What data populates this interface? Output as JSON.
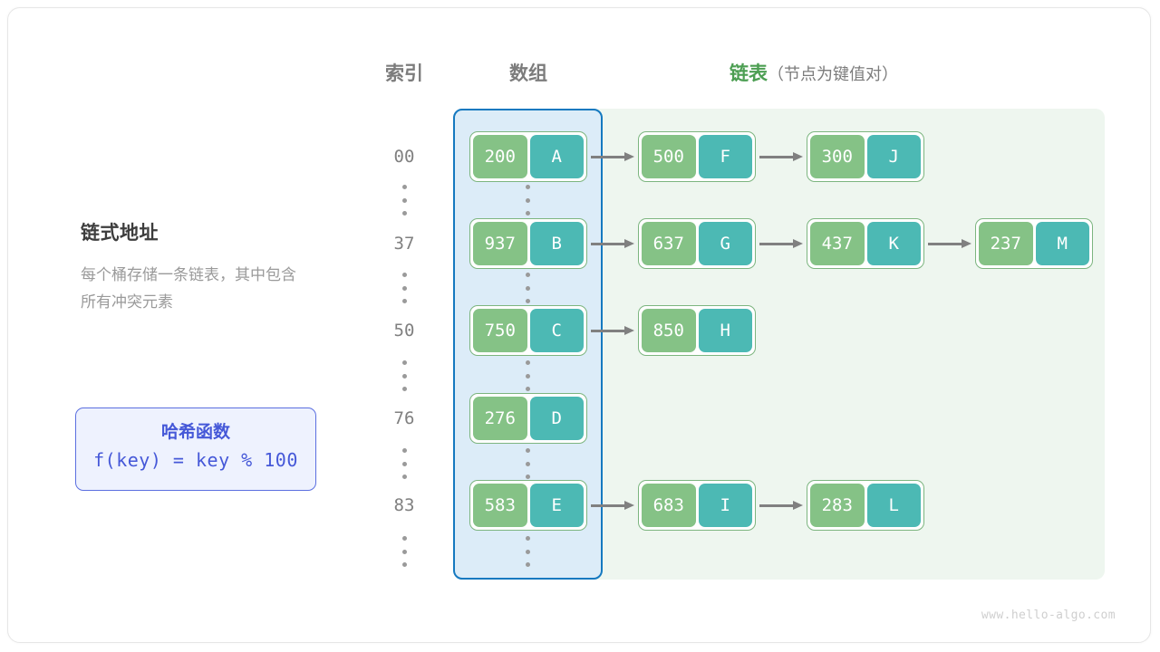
{
  "headers": {
    "index": "索引",
    "array": "数组",
    "list_main": "链表",
    "list_sub": "（节点为键值对）"
  },
  "description": {
    "title": "链式地址",
    "body": "每个桶存储一条链表，其中包含所有冲突元素"
  },
  "hash_box": {
    "title": "哈希函数",
    "formula": "f(key) = key % 100"
  },
  "colors": {
    "array_region_bg": "#dcecf8",
    "array_region_border": "#1579c0",
    "list_region_bg": "#eef6ef",
    "node_border": "#7cb57f",
    "key_cell": "#85c286",
    "value_cell": "#4cb9b4",
    "arrow": "#808080",
    "hash_box_bg": "#eef2fe",
    "hash_box_border": "#5b6fe0",
    "hash_text": "#4558d8",
    "header_gray": "#7c7c7c",
    "header_green": "#4c9e52"
  },
  "ellipsis_glyph": "vertical-ellipsis",
  "buckets": [
    {
      "index": "00",
      "nodes": [
        {
          "key": "200",
          "value": "A"
        },
        {
          "key": "500",
          "value": "F"
        },
        {
          "key": "300",
          "value": "J"
        }
      ]
    },
    {
      "index": "37",
      "nodes": [
        {
          "key": "937",
          "value": "B"
        },
        {
          "key": "637",
          "value": "G"
        },
        {
          "key": "437",
          "value": "K"
        },
        {
          "key": "237",
          "value": "M"
        }
      ]
    },
    {
      "index": "50",
      "nodes": [
        {
          "key": "750",
          "value": "C"
        },
        {
          "key": "850",
          "value": "H"
        }
      ]
    },
    {
      "index": "76",
      "nodes": [
        {
          "key": "276",
          "value": "D"
        }
      ]
    },
    {
      "index": "83",
      "nodes": [
        {
          "key": "583",
          "value": "E"
        },
        {
          "key": "683",
          "value": "I"
        },
        {
          "key": "283",
          "value": "L"
        }
      ]
    }
  ],
  "watermark": "www.hello-algo.com"
}
